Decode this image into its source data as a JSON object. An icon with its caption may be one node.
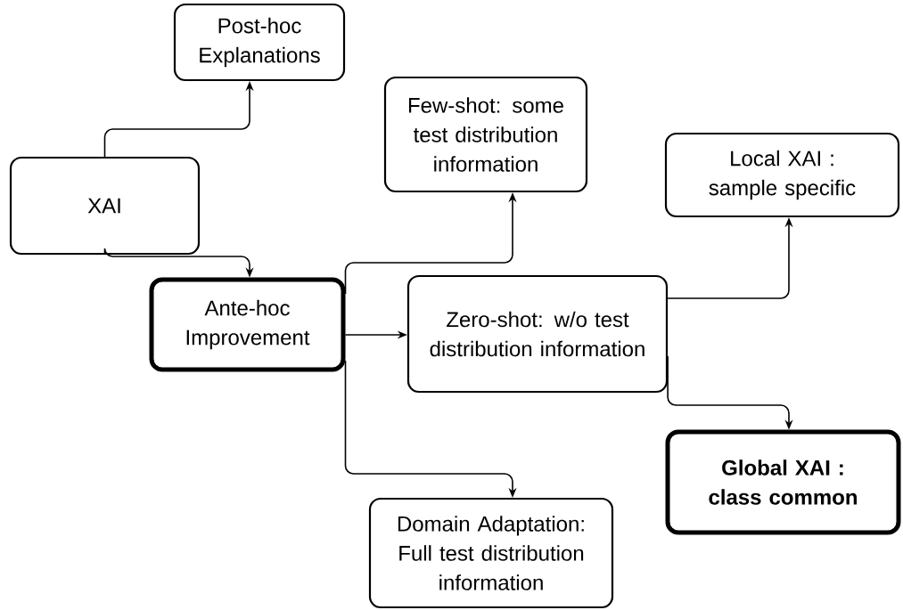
{
  "diagram": {
    "nodes": [
      {
        "text": [
          "Post-hoc Explanations"
        ]
      },
      {
        "text": [
          "XAI"
        ]
      },
      {
        "text": [
          "Few-shot: some test distribution information"
        ]
      },
      {
        "text": [
          "Local XAI : sample specific"
        ]
      },
      {
        "text": [
          "Ante-hoc Improvement"
        ]
      },
      {
        "text": [
          "Zero-shot: w/o test distribution information"
        ]
      },
      {
        "text": [
          "Global XAI : class common"
        ]
      },
      {
        "text": [
          "Domain Adaptation: Full test distribution information"
        ]
      }
    ],
    "edges": [
      {
        "from": 1,
        "to": 0,
        "arrow": "to"
      },
      {
        "from": 1,
        "to": 4,
        "arrow": "to"
      },
      {
        "from": 4,
        "to": 5,
        "arrow": "to"
      },
      {
        "from": 4,
        "to": 2,
        "arrow": "to"
      },
      {
        "from": 4,
        "to": 7,
        "arrow": "to"
      },
      {
        "from": 5,
        "to": 3,
        "arrow": "to"
      },
      {
        "from": 5,
        "to": 6,
        "arrow": "to"
      }
    ]
  }
}
